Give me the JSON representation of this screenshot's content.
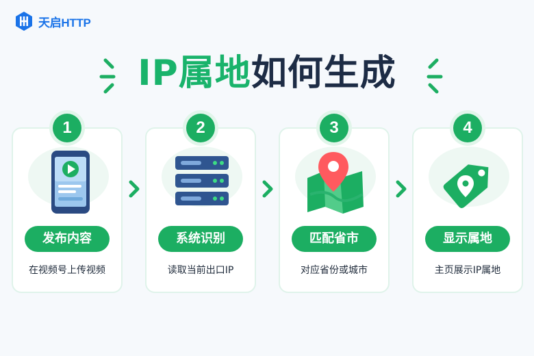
{
  "brand": {
    "name": "天启HTTP",
    "color": "#1a73e8"
  },
  "title": {
    "part_green": "IP属地",
    "part_dark": "如何生成"
  },
  "colors": {
    "accent": "#1cae62",
    "dark": "#1d2c45",
    "card_border": "#dff3ea",
    "background": "#f6f9fc"
  },
  "steps": [
    {
      "number": "1",
      "label": "发布内容",
      "desc": "在视频号上传视频",
      "icon": "mobile-video-icon"
    },
    {
      "number": "2",
      "label": "系统识别",
      "desc": "读取当前出口IP",
      "icon": "server-icon"
    },
    {
      "number": "3",
      "label": "匹配省市",
      "desc": "对应省份或城市",
      "icon": "map-pin-icon"
    },
    {
      "number": "4",
      "label": "显示属地",
      "desc": "主页展示IP属地",
      "icon": "location-tag-icon"
    }
  ]
}
